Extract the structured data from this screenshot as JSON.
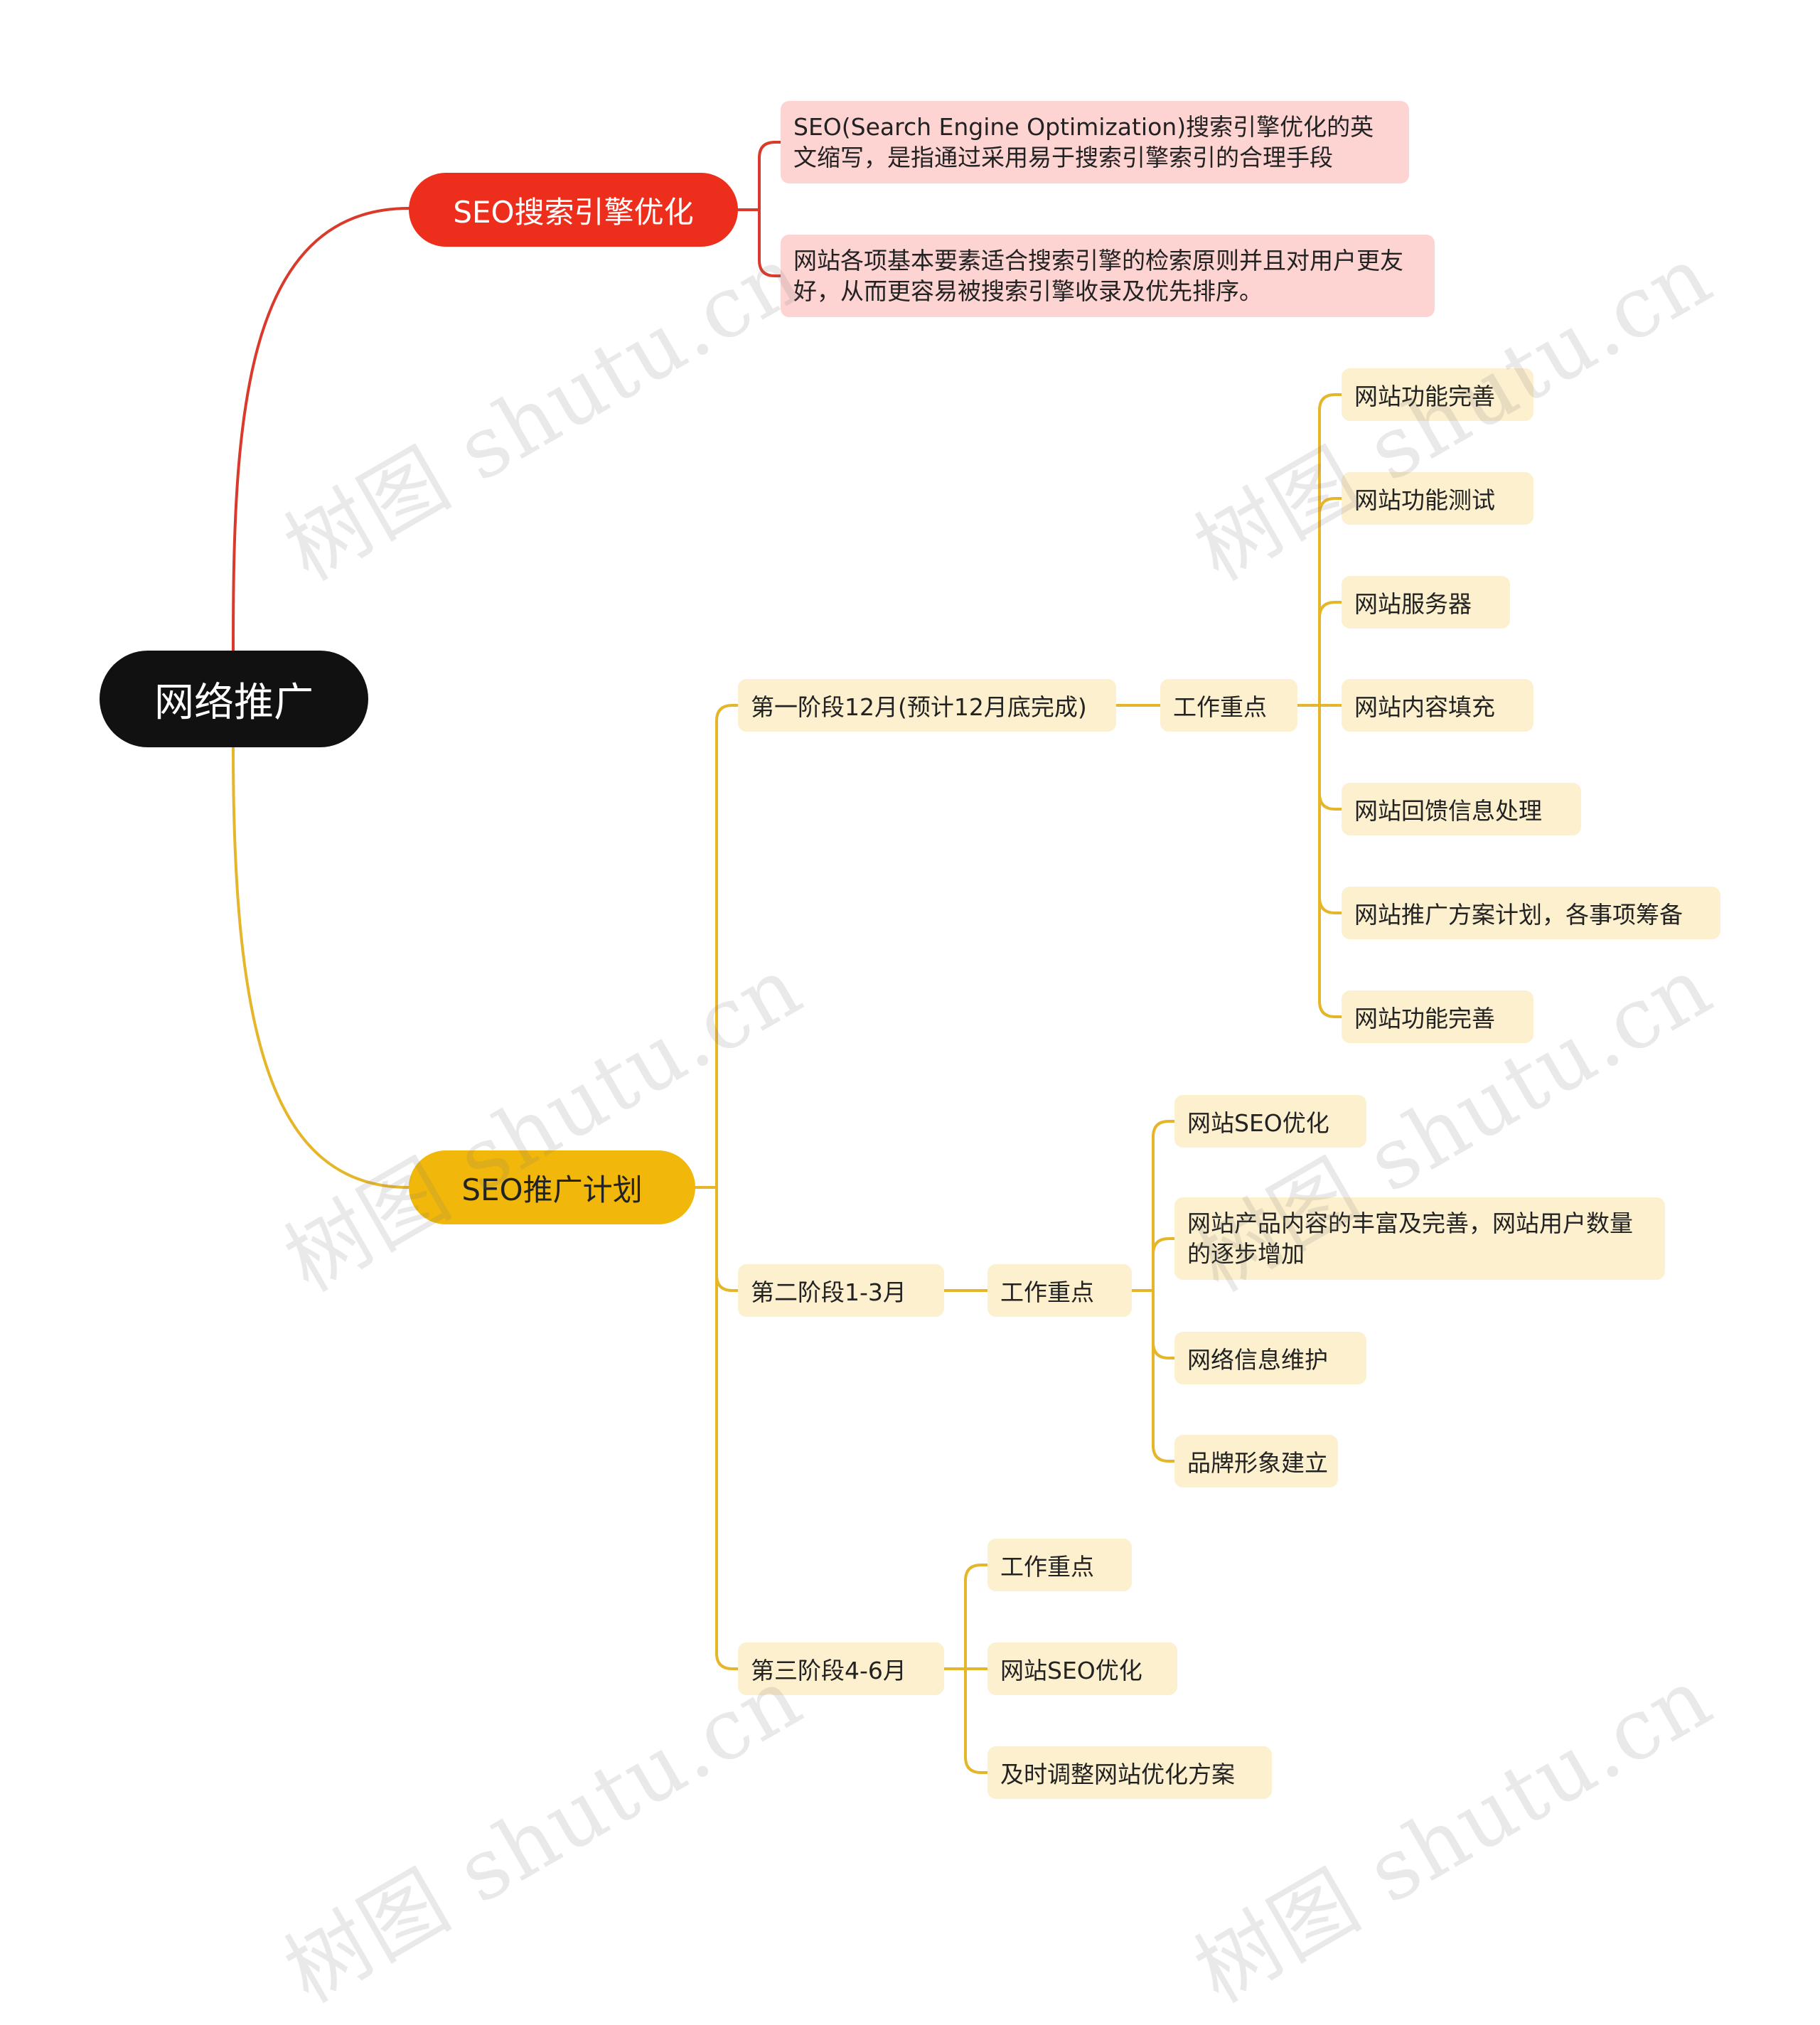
{
  "colors": {
    "root": "#111111",
    "branch_red": "#ee2e1c",
    "branch_yellow": "#f1b80b",
    "leaf_red": "#fed4d3",
    "leaf_yellow": "#fdf0cf",
    "line_red": "#d93a2b",
    "line_yellow": "#e6b62a"
  },
  "watermark": "树图 shutu.cn",
  "root": {
    "label": "网络推广"
  },
  "seo": {
    "label": "SEO搜索引擎优化",
    "items": [
      "SEO(Search Engine Optimization)搜索引擎优化的英文缩写，是指通过采用易于搜索引擎索引的合理手段",
      "网站各项基本要素适合搜索引擎的检索原则并且对用户更友好，从而更容易被搜索引擎收录及优先排序。"
    ]
  },
  "plan": {
    "label": "SEO推广计划",
    "stage1": {
      "label": "第一阶段12月(预计12月底完成)",
      "focus": "工作重点",
      "items": [
        "网站功能完善",
        "网站功能测试",
        "网站服务器",
        "网站内容填充",
        "网站回馈信息处理",
        "网站推广方案计划，各事项筹备",
        "网站功能完善"
      ]
    },
    "stage2": {
      "label": "第二阶段1-3月",
      "focus": "工作重点",
      "items": [
        "网站SEO优化",
        "网站产品内容的丰富及完善，网站用户数量的逐步增加",
        "网络信息维护",
        "品牌形象建立"
      ]
    },
    "stage3": {
      "label": "第三阶段4-6月",
      "items": [
        "工作重点",
        "网站SEO优化",
        "及时调整网站优化方案"
      ]
    }
  }
}
